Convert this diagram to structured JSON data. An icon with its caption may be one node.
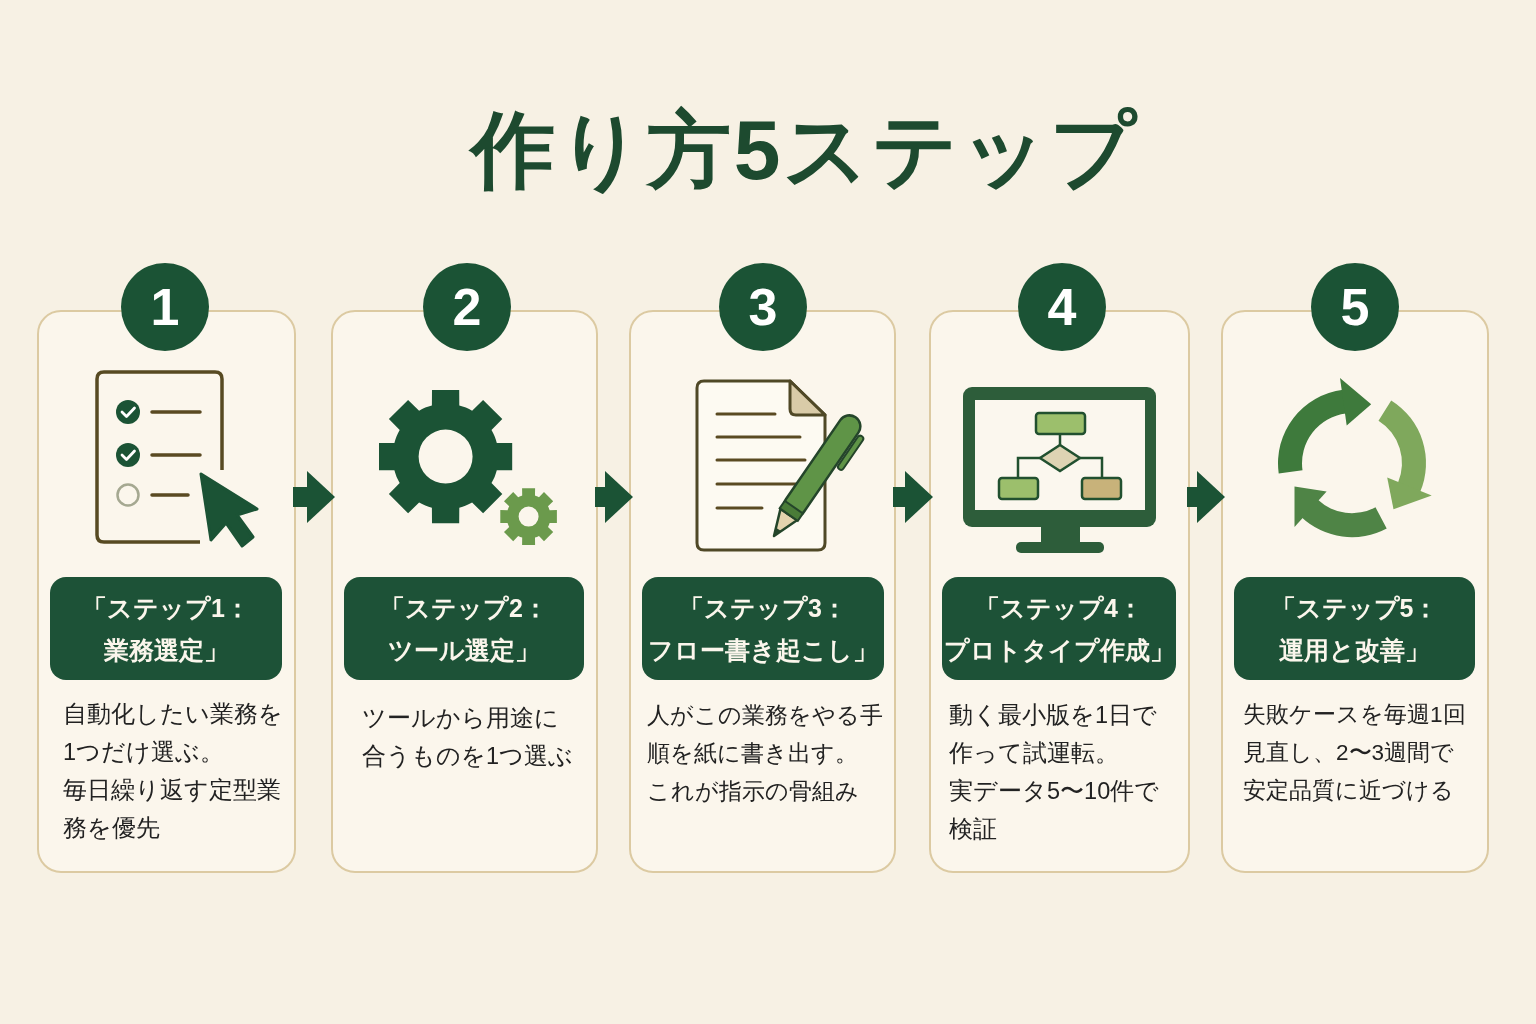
{
  "diagram": {
    "title": "作り方5ステップ",
    "nodes": [
      {
        "text": [
          "1"
        ]
      },
      {
        "text": [
          "自動化したい業務を1つだけ選ぶ。毎日繰り返す定型業務を優先"
        ]
      },
      {
        "text": [
          "「ステップ1：業務選定」"
        ],
        "in": 1
      },
      {
        "text": [
          "2"
        ]
      },
      {
        "text": [
          "ツールから用途に合うものを1つ選ぶ"
        ]
      },
      {
        "text": [
          "「ステップ2：ツール選定」"
        ],
        "in": 4
      },
      {
        "text": [
          "3"
        ]
      },
      {
        "text": [
          "人がこの業務をやる手順を紙に書き出す。これが指示の骨組み"
        ]
      },
      {
        "text": [
          "「ステップ3：フロー書き起こし」"
        ],
        "in": 7
      },
      {
        "text": [
          "4"
        ]
      },
      {
        "text": [
          "動く最小版を1日で作って試運転。実データ5〜10件で検証"
        ]
      },
      {
        "text": [
          "「ステップ4：プロトタイプ作成」"
        ],
        "in": 10
      },
      {
        "text": [
          "5"
        ]
      },
      {
        "text": [
          "失敗ケースを毎週1回見直し、2〜3週間で安定品質に近づける"
        ]
      },
      {
        "text": [
          "「ステップ5：運用と改善」"
        ],
        "in": 13
      }
    ],
    "edges": [
      {
        "from": 1,
        "to": 4,
        "arrow": "to"
      },
      {
        "from": 4,
        "to": 7,
        "arrow": "to"
      },
      {
        "from": 7,
        "to": 10,
        "arrow": "to"
      },
      {
        "from": 10,
        "to": 13,
        "arrow": "to"
      }
    ]
  }
}
